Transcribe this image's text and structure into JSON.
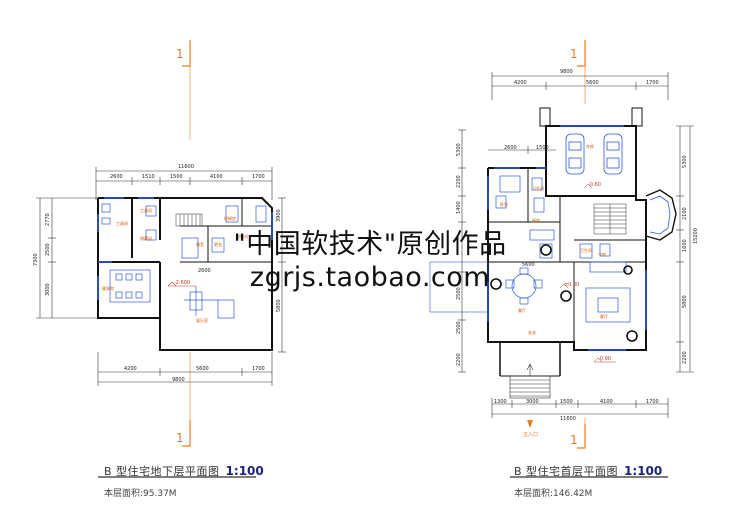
{
  "watermark": {
    "line1": "\"中国软技术\"原创作品",
    "line2": "zgrjs.taobao.com"
  },
  "basement": {
    "title": "B 型住宅地下层平面图",
    "scale": "1:100",
    "area": "本层面积:95.37M",
    "marker_top": "1",
    "marker_bottom": "1",
    "dim_top_total": "11600",
    "dim_top_parts": [
      "2600",
      "1510",
      "1500",
      "4100",
      "1700"
    ],
    "dim_bottom_parts": [
      "4200",
      "5600",
      "1700"
    ],
    "dim_bottom_total": "9800",
    "dim_left": [
      "2770",
      "2500",
      "3000"
    ],
    "dim_left_total": "7300",
    "dim_right": [
      "3900",
      "5800"
    ],
    "dim_mid": "2600",
    "level": "-2.600",
    "rooms": [
      "工具间",
      "工具间",
      "储藏间",
      "健身房",
      "暗室",
      "更衣",
      "保姆房",
      "娱乐室",
      "配电间"
    ]
  },
  "ground": {
    "title": "B 型住宅首层平面图",
    "scale": "1:100",
    "area": "本层面积:146.42M",
    "marker_top": "1",
    "marker_bottom": "1",
    "entrance": "主入口",
    "dim_top_total": "9800",
    "dim_top_parts": [
      "4200",
      "5600",
      "1700"
    ],
    "dim_upper": [
      "2600",
      "1500"
    ],
    "dim_mid": "5600",
    "dim_bottom_parts": [
      "1300",
      "3000",
      "1500",
      "4100",
      "1700"
    ],
    "dim_bottom_total": "11600",
    "dim_left": [
      "5300",
      "2200",
      "1400",
      "2500",
      "2500",
      "2200"
    ],
    "dim_right": [
      "5300",
      "2100",
      "1600",
      "5800",
      "2200"
    ],
    "dim_right_total": "15200",
    "levels": [
      "-0.60",
      "±0.00",
      "-0.90"
    ],
    "rooms": [
      "车库",
      "卧室",
      "卫生间",
      "厨房",
      "餐厅",
      "客厅",
      "卫生间",
      "玄关",
      "书房"
    ]
  }
}
